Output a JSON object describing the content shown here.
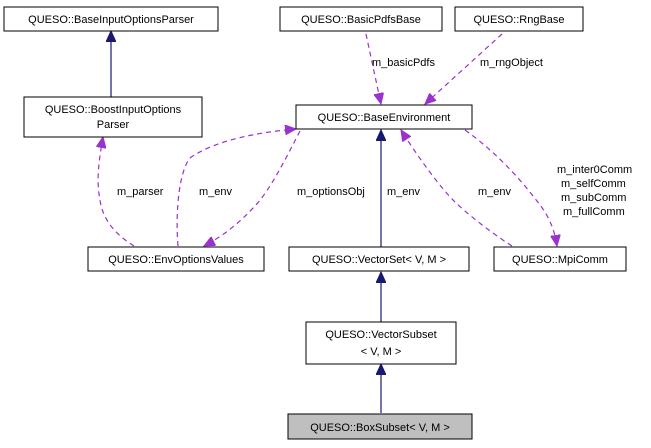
{
  "nodes": {
    "base_input_options_parser": "QUESO::BaseInputOptionsParser",
    "basic_pdfs_base": "QUESO::BasicPdfsBase",
    "rng_base": "QUESO::RngBase",
    "boost_input_options_parser_line1": "QUESO::BoostInputOptions",
    "boost_input_options_parser_line2": "Parser",
    "base_environment": "QUESO::BaseEnvironment",
    "env_options_values": "QUESO::EnvOptionsValues",
    "vector_set": "QUESO::VectorSet< V, M >",
    "mpi_comm": "QUESO::MpiComm",
    "vector_subset_line1": "QUESO::VectorSubset",
    "vector_subset_line2": "< V, M >",
    "box_subset": "QUESO::BoxSubset< V, M >"
  },
  "edge_labels": {
    "basic_pdfs": "m_basicPdfs",
    "rng_object": "m_rngObject",
    "parser": "m_parser",
    "env_to_options": "m_env",
    "options_obj": "m_optionsObj",
    "env_to_vector_set": "m_env",
    "env_to_mpi": "m_env",
    "mpi_inter0": "m_inter0Comm",
    "mpi_self": "m_selfComm",
    "mpi_sub": "m_subComm",
    "mpi_full": "m_fullComm"
  },
  "colors": {
    "inheritance_edge": "#191970",
    "usage_edge": "#9a32cd",
    "highlight_node_fill": "#bfbfbf"
  }
}
